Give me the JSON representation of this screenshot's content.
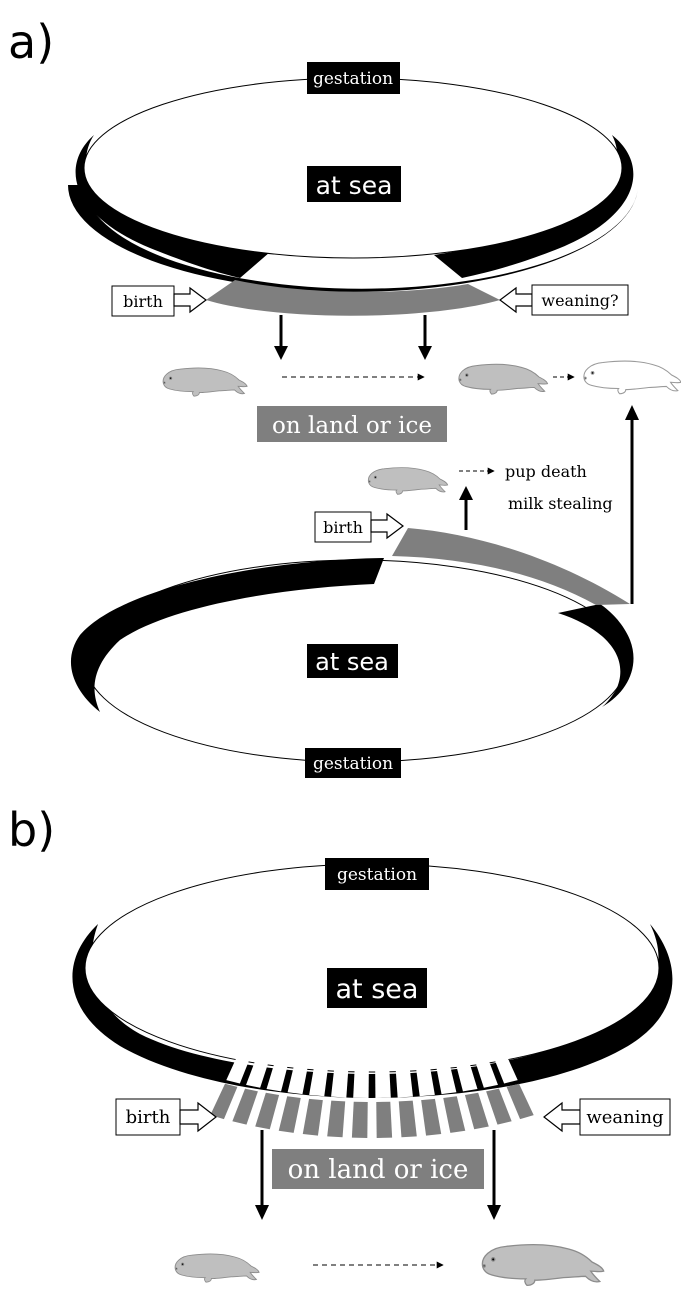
{
  "panel_a": {
    "label": "a)",
    "top_cycle": {
      "gestation": "gestation",
      "at_sea": "at sea",
      "birth": "birth",
      "weaning": "weaning?",
      "on_land_or_ice": "on land or ice"
    },
    "bottom_cycle": {
      "birth": "birth",
      "pup_death": "pup death",
      "milk_stealing": "milk stealing",
      "at_sea": "at sea",
      "gestation": "gestation"
    }
  },
  "panel_b": {
    "label": "b)",
    "gestation": "gestation",
    "at_sea": "at sea",
    "birth": "birth",
    "weaning": "weaning",
    "on_land_or_ice": "on land or ice"
  },
  "colors": {
    "black": "#000000",
    "gray_band": "#7f7f7f",
    "seal_fill": "#bfbfbf",
    "seal_stroke": "#8c8c8c"
  }
}
